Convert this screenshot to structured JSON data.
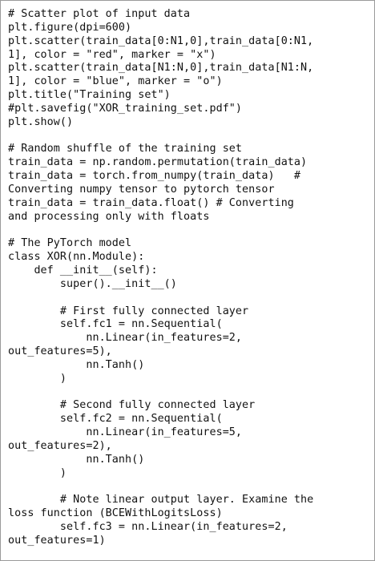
{
  "document": {
    "lines": [
      "# Scatter plot of input data",
      "plt.figure(dpi=600)",
      "plt.scatter(train_data[0:N1,0],train_data[0:N1,",
      "1], color = \"red\", marker = \"x\")",
      "plt.scatter(train_data[N1:N,0],train_data[N1:N,",
      "1], color = \"blue\", marker = \"o\")",
      "plt.title(\"Training set\")",
      "#plt.savefig(\"XOR_training_set.pdf\")",
      "plt.show()",
      "",
      "# Random shuffle of the training set",
      "train_data = np.random.permutation(train_data)",
      "train_data = torch.from_numpy(train_data)   #",
      "Converting numpy tensor to pytorch tensor",
      "train_data = train_data.float() # Converting",
      "and processing only with floats",
      "",
      "# The PyTorch model",
      "class XOR(nn.Module):",
      "    def __init__(self):",
      "        super().__init__()",
      "",
      "        # First fully connected layer",
      "        self.fc1 = nn.Sequential(",
      "            nn.Linear(in_features=2,",
      "out_features=5),",
      "            nn.Tanh()",
      "        )",
      "",
      "        # Second fully connected layer",
      "        self.fc2 = nn.Sequential(",
      "            nn.Linear(in_features=5,",
      "out_features=2),",
      "            nn.Tanh()",
      "        )",
      "",
      "        # Note linear output layer. Examine the",
      "loss function (BCEWithLogitsLoss)",
      "        self.fc3 = nn.Linear(in_features=2,",
      "out_features=1)"
    ]
  }
}
